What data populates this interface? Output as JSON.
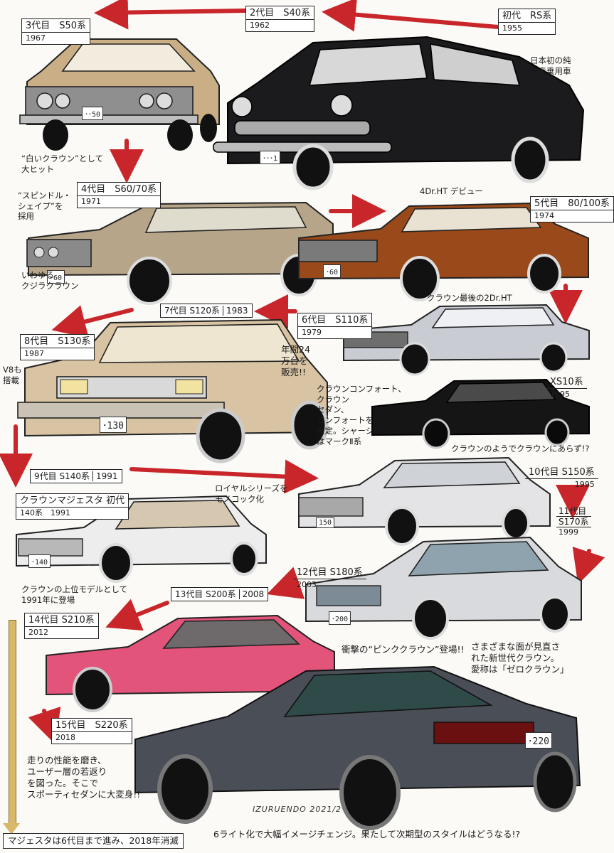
{
  "colors": {
    "arrow": "#c8262a",
    "timeline_bar": "#d9b86a",
    "gen1": "#1b1b1d",
    "gen2": "#c9ae86",
    "gen4": "#b7a58a",
    "gen5": "#9a4a1a",
    "gen6": "#c9ccd3",
    "gen7": "#d8c3a2",
    "xs10": "#151515",
    "gen10": "#e4e4e6",
    "majesta": "#ededee",
    "gen12": "#d9dadd",
    "gen14": "#e2547a",
    "gen15": "#4a4e57"
  },
  "labels": {
    "gen1": {
      "gen": "初代　RS系",
      "year": "1955"
    },
    "gen2": {
      "gen": "2代目　S40系",
      "year": "1962"
    },
    "gen3": {
      "gen": "3代目　S50系",
      "year": "1967"
    },
    "gen4": {
      "gen": "4代目　S60/70系",
      "year": "1971"
    },
    "gen5": {
      "gen": "5代目　80/100系",
      "year": "1974"
    },
    "gen6": {
      "gen": "6代目　S110系",
      "year": "1979"
    },
    "gen7": {
      "gen": "7代目 S120系",
      "year": "1983"
    },
    "gen8": {
      "gen": "8代目　S130系",
      "year": "1987"
    },
    "xs10": {
      "gen": "XS10系",
      "year": "1995"
    },
    "gen9": {
      "gen": "9代目 S140系",
      "year": "1991"
    },
    "gen10": {
      "gen": "10代目 S150系",
      "year": "1995"
    },
    "majesta": {
      "gen": "クラウンマジェスタ 初代",
      "year_a": "140系",
      "year_b": "1991"
    },
    "gen11": {
      "gen": "11代目",
      "series": "S170系",
      "year": "1999"
    },
    "gen12": {
      "gen": "12代目 S180系",
      "year": "2003"
    },
    "gen13": {
      "gen": "13代目 S200系",
      "year": "2008"
    },
    "gen14": {
      "gen": "14代目 S210系",
      "year": "2012"
    },
    "gen15": {
      "gen": "15代目　S220系",
      "year": "2018"
    }
  },
  "notes": {
    "gen1_note": "日本初の純\n国産乗用車",
    "white_crown": "“白いクラウン”として\n大ヒット",
    "spindle": "“スピンドル・\nシェイプ”を\n採用",
    "kujira": "いわゆる\nクジラクラウン",
    "ht_debut": "4Dr.HT デビュー",
    "last_2dr": "クラウン最後の2Dr.HT",
    "v8": "V8も\n搭載",
    "sales": "年間24\n万台を\n販売!!",
    "comfort": "クラウンコンフォート、\nクラウン\nセダン、\nコンフォートを\n設定。シャーシ\nはマークⅡ系",
    "not_crown": "クラウンのようでクラウンにあらず!?",
    "royal": "ロイヤルシリーズを\nモノコック化",
    "majesta_note": "クラウンの上位モデルとして\n1991年に登場",
    "pink": "衝撃の“ピンククラウン”登場!!",
    "reborn": "さまざまな面が見直さ\nれた新世代クラウン。\n愛称は「ゼロクラウン」",
    "sporty": "走りの性能を磨き、\nユーザー層の若返り\nを図った。そこで\nスポーティセダンに大変身!!",
    "majesta_end": "マジェスタは6代目まで進み、2018年消滅",
    "bottom": "6ライト化で大幅イメージチェンジ。果たして次期型のスタイルはどうなる!?",
    "signature": "IZURUENDO 2021/2"
  },
  "plates": {
    "gen1": "･･･1",
    "gen3": "･･50",
    "gen4": "･60",
    "gen5": "･60",
    "gen8": "･130",
    "gen10": "150",
    "majesta": "･140",
    "gen12": "･200",
    "gen15": "･220"
  }
}
